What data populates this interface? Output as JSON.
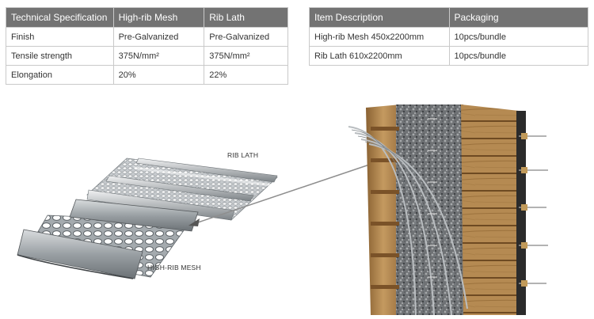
{
  "spec_table": {
    "headers": [
      "Technical Specification",
      "High-rib Mesh",
      "Rib Lath"
    ],
    "rows": [
      [
        "Finish",
        "Pre-Galvanized",
        "Pre-Galvanized"
      ],
      [
        "Tensile strength",
        "375N/mm²",
        "375N/mm²"
      ],
      [
        "Elongation",
        "20%",
        "22%"
      ]
    ]
  },
  "packaging_table": {
    "headers": [
      "Item Description",
      "Packaging"
    ],
    "rows": [
      [
        "High-rib Mesh 450x2200mm",
        "10pcs/bundle"
      ],
      [
        "Rib Lath 610x2200mm",
        "10pcs/bundle"
      ]
    ]
  },
  "labels": {
    "rib_lath": "RIB LATH",
    "high_rib_mesh": "HIGH-RIB MESH"
  },
  "colors": {
    "header_bg": "#737373",
    "border": "#c9c9c9",
    "timber": "#b58a52",
    "metal": "#9aa0a4"
  }
}
